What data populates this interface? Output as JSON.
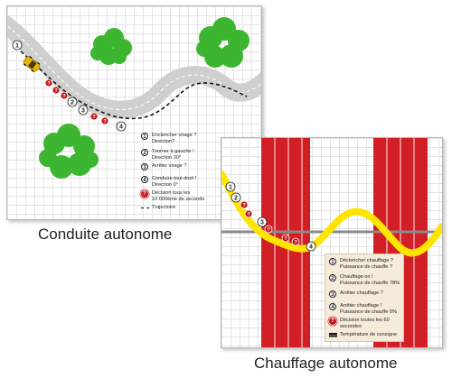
{
  "autonomous_driving": {
    "caption": "Conduite autonome",
    "legend": [
      {
        "marker": "1",
        "text": "Enclencher virage ?\nDirection?"
      },
      {
        "marker": "2",
        "text": "Tourner à gauche !\nDirection 30°"
      },
      {
        "marker": "3",
        "text": "Arrêter virage ?"
      },
      {
        "marker": "4",
        "text": "Conduire tout droit !\nDirection 0°"
      },
      {
        "marker": "?",
        "text": "Décision tous les\n10 000ème de seconde"
      },
      {
        "marker": "dash",
        "text": "Trajectoire"
      }
    ],
    "markers": [
      "1",
      "2",
      "3",
      "4"
    ],
    "decision_marker": "?"
  },
  "autonomous_heating": {
    "caption": "Chauffage autonome",
    "legend": [
      {
        "marker": "1",
        "text": "Déclencher chauffage ?\nPuissance de chauffe ?"
      },
      {
        "marker": "2",
        "text": "Chauffage on !\nPuissance de chauffe 78%"
      },
      {
        "marker": "3",
        "text": "Arrêter chauffage ?"
      },
      {
        "marker": "4",
        "text": "Arrêter chauffage !\nPuissance de chauffe 0%"
      },
      {
        "marker": "?",
        "text": "Décision toutes les 60\nsecondes"
      },
      {
        "marker": "bar",
        "text": "Température de consigne"
      }
    ],
    "markers": [
      "1",
      "2",
      "3",
      "4"
    ],
    "decision_marker": "?"
  },
  "colors": {
    "road": "#cfcfcf",
    "trajectory": "#111111",
    "tree": "#3cb531",
    "decision": "#c4161c",
    "car": "#e9b800",
    "heating_band": "#d21f26",
    "temperature_curve": "#ffe400",
    "setpoint_line": "#8a8a8a",
    "legend_bg": "#f6ead8"
  }
}
